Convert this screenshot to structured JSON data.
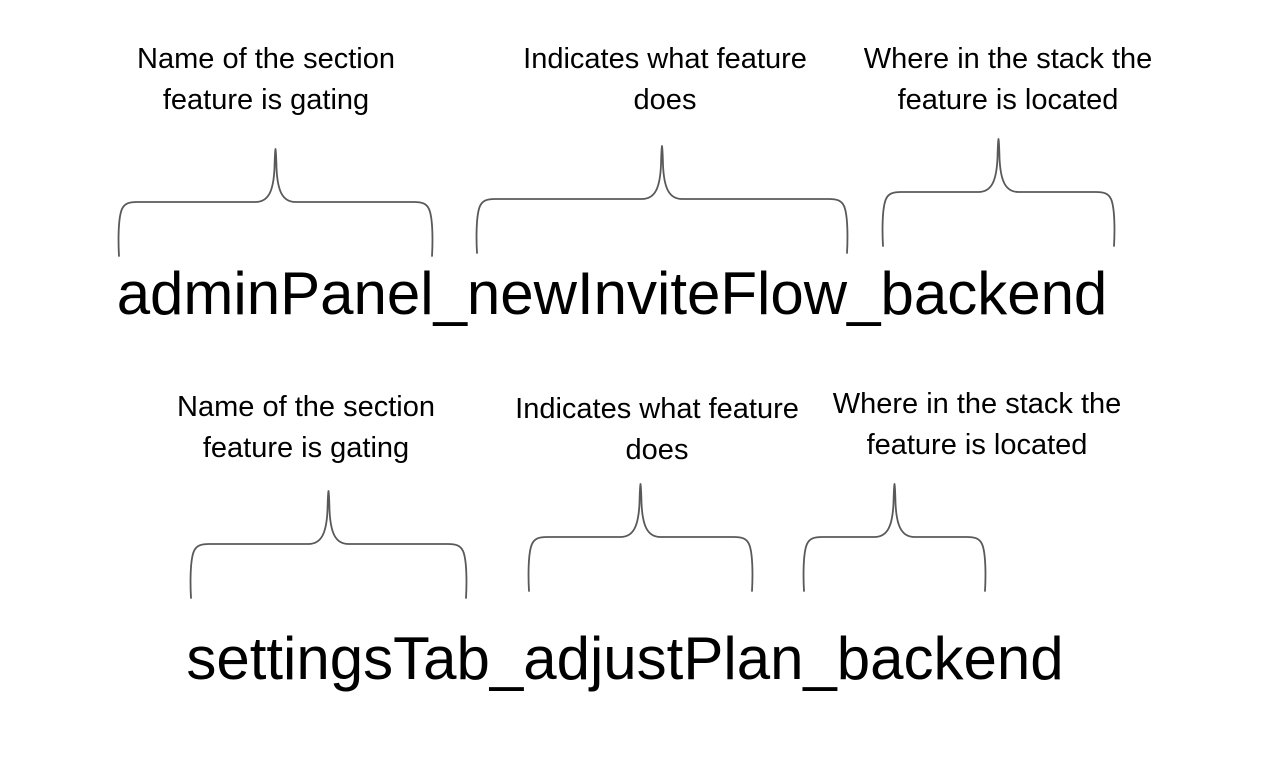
{
  "page": {
    "background": "#ffffff",
    "text_color": "#000000",
    "brace_color": "#58595b"
  },
  "examples": [
    {
      "flag_name": "adminPanel_newInviteFlow_backend",
      "annotations": [
        {
          "line1": "Name of the section",
          "line2": "feature is gating"
        },
        {
          "line1": "Indicates what feature",
          "line2": "does"
        },
        {
          "line1": "Where in the stack the",
          "line2": "feature is located"
        }
      ]
    },
    {
      "flag_name": "settingsTab_adjustPlan_backend",
      "annotations": [
        {
          "line1": "Name of the section",
          "line2": "feature is gating"
        },
        {
          "line1": "Indicates what feature",
          "line2": "does"
        },
        {
          "line1": "Where in the stack the",
          "line2": "feature is located"
        }
      ]
    }
  ]
}
